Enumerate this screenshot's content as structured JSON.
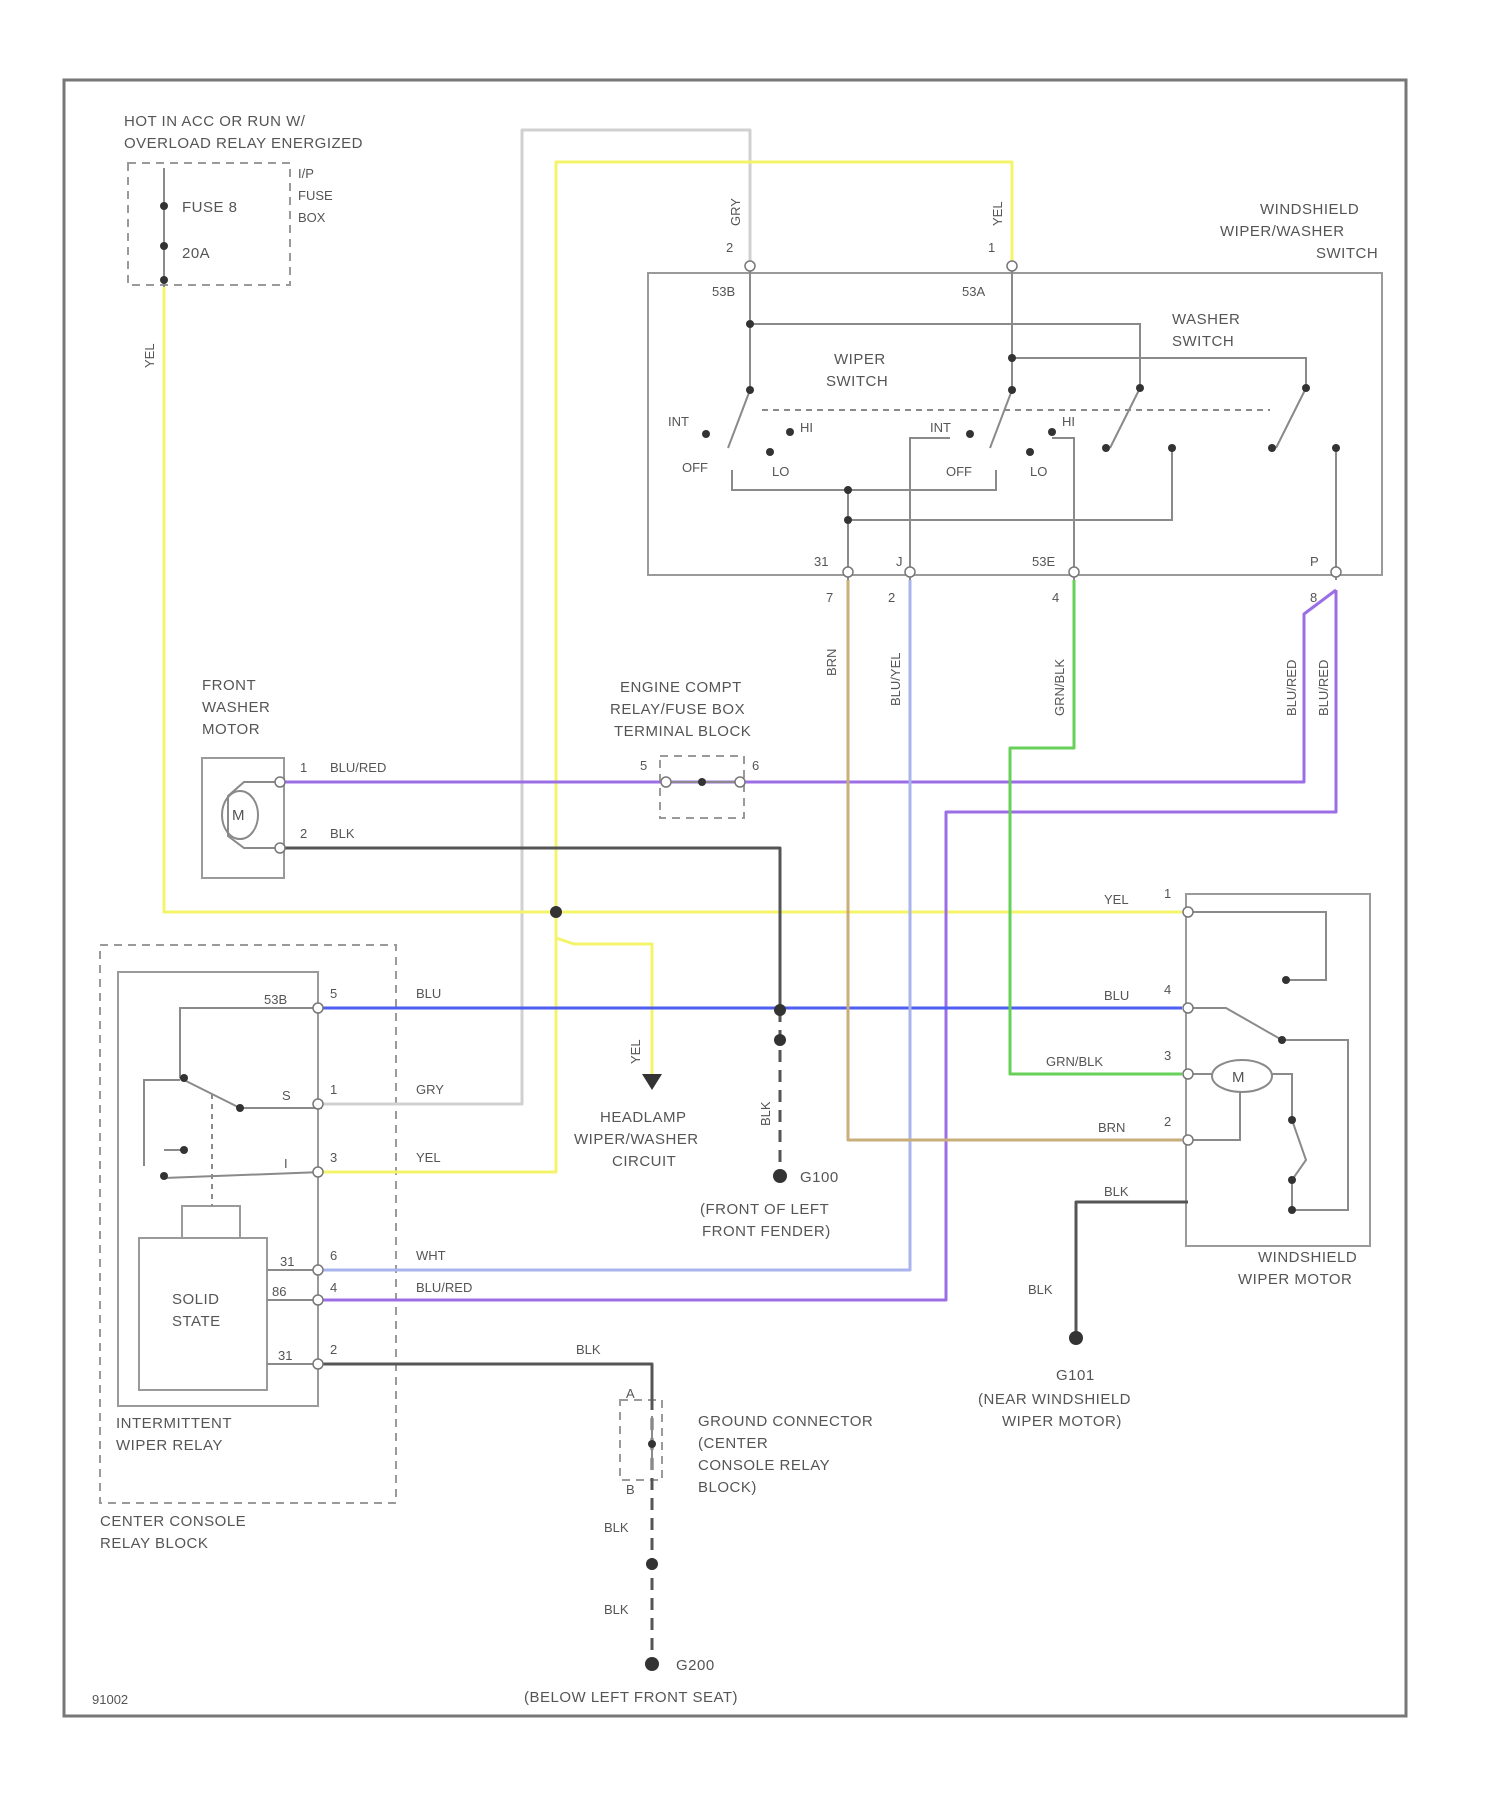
{
  "colors": {
    "yellow": "#f4f46a",
    "gray": "#d0d0d0",
    "blue": "#4d5ef0",
    "light_blue": "#a9b3ec",
    "purple": "#9b6ee6",
    "black": "#555555",
    "tan": "#c8ae78",
    "green": "#66d058"
  },
  "labels": {
    "hot_at": "HOT IN ACC OR RUN W/",
    "overload": "OVERLOAD RELAY ENERGIZED",
    "fuse": "FUSE 8",
    "amps": "20A",
    "ip1": "I/P",
    "ip2": "FUSE",
    "ip3": "BOX",
    "yel_left": "YEL",
    "switch_title_1": "WINDSHIELD",
    "switch_title_2": "WIPER/WASHER",
    "switch_title_3": "SWITCH",
    "washer_switch_1": "WASHER",
    "washer_switch_2": "SWITCH",
    "wiper_switch_1": "WIPER",
    "wiper_switch_2": "SWITCH",
    "gry_top": "GRY",
    "yel_top": "YEL",
    "pin_2": "2",
    "pin_1": "1",
    "term_int": "INT",
    "term_hi": "HI",
    "term_off": "OFF",
    "term_lo": "LO",
    "t_53b": "53B",
    "t_53a": "53A",
    "t_31": "31",
    "t_j": "J",
    "t_53e": "53E",
    "t_p": "P",
    "pin_7": "7",
    "pin_2b": "2",
    "pin_4": "4",
    "pin_8": "8",
    "brn_v": "BRN",
    "bluyel_v": "BLU/YEL",
    "grnblk_v": "GRN/BLK",
    "blured_v1": "BLU/RED",
    "blured_v2": "BLU/RED",
    "front_washer_1": "FRONT",
    "front_washer_2": "WASHER",
    "front_washer_3": "MOTOR",
    "engine_1": "ENGINE COMPT",
    "engine_2": "RELAY/FUSE BOX",
    "engine_3": "TERMINAL BLOCK",
    "pin_5": "5",
    "pin_6": "6",
    "m1": "M",
    "w1_pin": "1",
    "w1_lbl": "BLU/RED",
    "w2_pin": "2",
    "w2_lbl": "BLK",
    "yel_right": "YEL",
    "blu_right": "BLU",
    "grnblk_right": "GRN/BLK",
    "brn_right": "BRN",
    "mp1": "1",
    "mp4": "4",
    "mp3": "3",
    "mp2": "2",
    "m2": "M",
    "blk_motor": "BLK",
    "wiper_motor_1": "WINDSHIELD",
    "wiper_motor_2": "WIPER MOTOR",
    "blk_motor_2": "BLK",
    "g101": "G101",
    "g101_desc_1": "(NEAR WINDSHIELD",
    "g101_desc_2": "WIPER MOTOR)",
    "headlamp_1": "HEADLAMP",
    "headlamp_2": "WIPER/WASHER",
    "headlamp_3": "CIRCUIT",
    "yel_vert": "YEL",
    "blk_vert": "BLK",
    "g100": "G100",
    "g100_desc_1": "(FRONT OF LEFT",
    "g100_desc_2": "FRONT FENDER)",
    "r_53b": "53B",
    "r_s": "S",
    "r_i": "I",
    "r_31": "31",
    "r_86": "86",
    "r_31b": "31",
    "rp5": "5",
    "rp1": "1",
    "rp3": "3",
    "rp6": "6",
    "rp4": "4",
    "rp2": "2",
    "r_blu": "BLU",
    "r_gry": "GRY",
    "r_yel": "YEL",
    "r_wht": "WHT",
    "r_blured": "BLU/RED",
    "r_blk": "BLK",
    "solid_1": "SOLID",
    "solid_2": "STATE",
    "int_relay_1": "INTERMITTENT",
    "int_relay_2": "WIPER RELAY",
    "center_1": "CENTER CONSOLE",
    "center_2": "RELAY BLOCK",
    "gc_pin_a": "A",
    "gc_pin_b": "B",
    "gc_1": "GROUND CONNECTOR",
    "gc_2": "(CENTER",
    "gc_3": "CONSOLE RELAY",
    "gc_4": "BLOCK)",
    "blk_gc1": "BLK",
    "blk_gc2": "BLK",
    "g200": "G200",
    "g200_desc": "(BELOW LEFT FRONT SEAT)",
    "fig_id": "91002"
  }
}
